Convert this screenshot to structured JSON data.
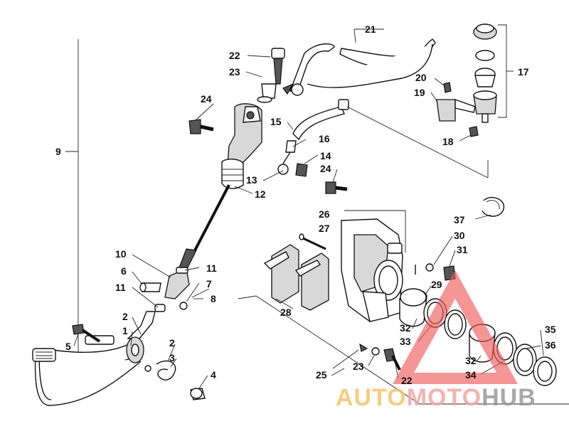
{
  "diagram": {
    "callouts": [
      {
        "id": "c21",
        "text": "21"
      },
      {
        "id": "c22a",
        "text": "22"
      },
      {
        "id": "c23a",
        "text": "23"
      },
      {
        "id": "c24a",
        "text": "24"
      },
      {
        "id": "c17",
        "text": "17"
      },
      {
        "id": "c20",
        "text": "20"
      },
      {
        "id": "c19",
        "text": "19"
      },
      {
        "id": "c15",
        "text": "15"
      },
      {
        "id": "c16",
        "text": "16"
      },
      {
        "id": "c18",
        "text": "18"
      },
      {
        "id": "c9",
        "text": "9"
      },
      {
        "id": "c14",
        "text": "14"
      },
      {
        "id": "c24b",
        "text": "24"
      },
      {
        "id": "c13",
        "text": "13"
      },
      {
        "id": "c12",
        "text": "12"
      },
      {
        "id": "c26",
        "text": "26"
      },
      {
        "id": "c27",
        "text": "27"
      },
      {
        "id": "c37",
        "text": "37"
      },
      {
        "id": "c30",
        "text": "30"
      },
      {
        "id": "c31",
        "text": "31"
      },
      {
        "id": "c10",
        "text": "10"
      },
      {
        "id": "c6",
        "text": "6"
      },
      {
        "id": "c11a",
        "text": "11"
      },
      {
        "id": "c11b",
        "text": "11"
      },
      {
        "id": "c7",
        "text": "7"
      },
      {
        "id": "c8",
        "text": "8"
      },
      {
        "id": "c29",
        "text": "29"
      },
      {
        "id": "c28",
        "text": "28"
      },
      {
        "id": "c2a",
        "text": "2"
      },
      {
        "id": "c1",
        "text": "1"
      },
      {
        "id": "c5",
        "text": "5"
      },
      {
        "id": "c2b",
        "text": "2"
      },
      {
        "id": "c3",
        "text": "3"
      },
      {
        "id": "c4",
        "text": "4"
      },
      {
        "id": "c32a",
        "text": "32"
      },
      {
        "id": "c33",
        "text": "33"
      },
      {
        "id": "c35",
        "text": "35"
      },
      {
        "id": "c36",
        "text": "36"
      },
      {
        "id": "c32b",
        "text": "32"
      },
      {
        "id": "c34",
        "text": "34"
      },
      {
        "id": "c25",
        "text": "25"
      },
      {
        "id": "c23b",
        "text": "23"
      },
      {
        "id": "c22b",
        "text": "22"
      }
    ]
  },
  "watermark": {
    "auto": "AUTO",
    "moto": "MOTO",
    "hub": "HUB",
    "colors": {
      "auto": "#f6c46a",
      "moto": "#f3a6a0",
      "hub": "#9a9a9a",
      "triangle": "#f15a5a"
    }
  }
}
